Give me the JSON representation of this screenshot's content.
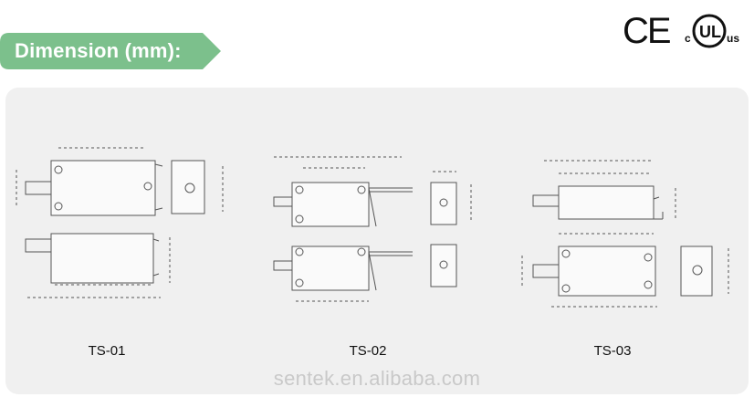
{
  "header": {
    "title": "Dimension (mm):",
    "accent_color": "#7cc08c"
  },
  "certifications": {
    "ce_label": "CE",
    "ul_c": "c",
    "ul_mark": "UL",
    "ul_us": "us"
  },
  "models": [
    {
      "label": "TS-01"
    },
    {
      "label": "TS-02"
    },
    {
      "label": "TS-03"
    }
  ],
  "watermark": "sentek.en.alibaba.com"
}
